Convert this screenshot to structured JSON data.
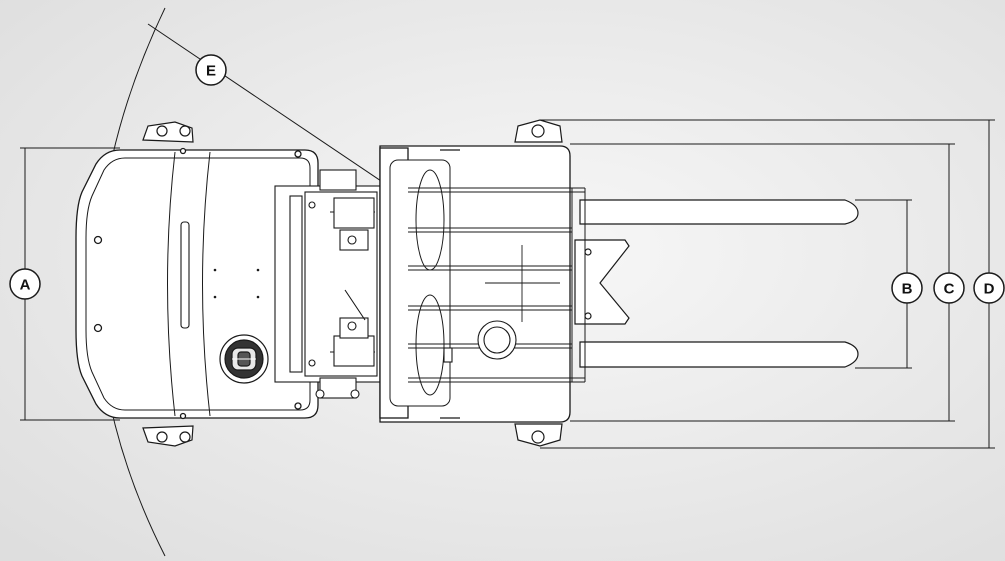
{
  "diagram": {
    "dimension_labels": {
      "a": "A",
      "b": "B",
      "c": "C",
      "d": "D",
      "e": "E"
    },
    "colors": {
      "background_light": "#f6f6f6",
      "background_dark": "#dcdcdc",
      "line": "#1a1a1a",
      "body_fill": "#ffffff"
    }
  }
}
